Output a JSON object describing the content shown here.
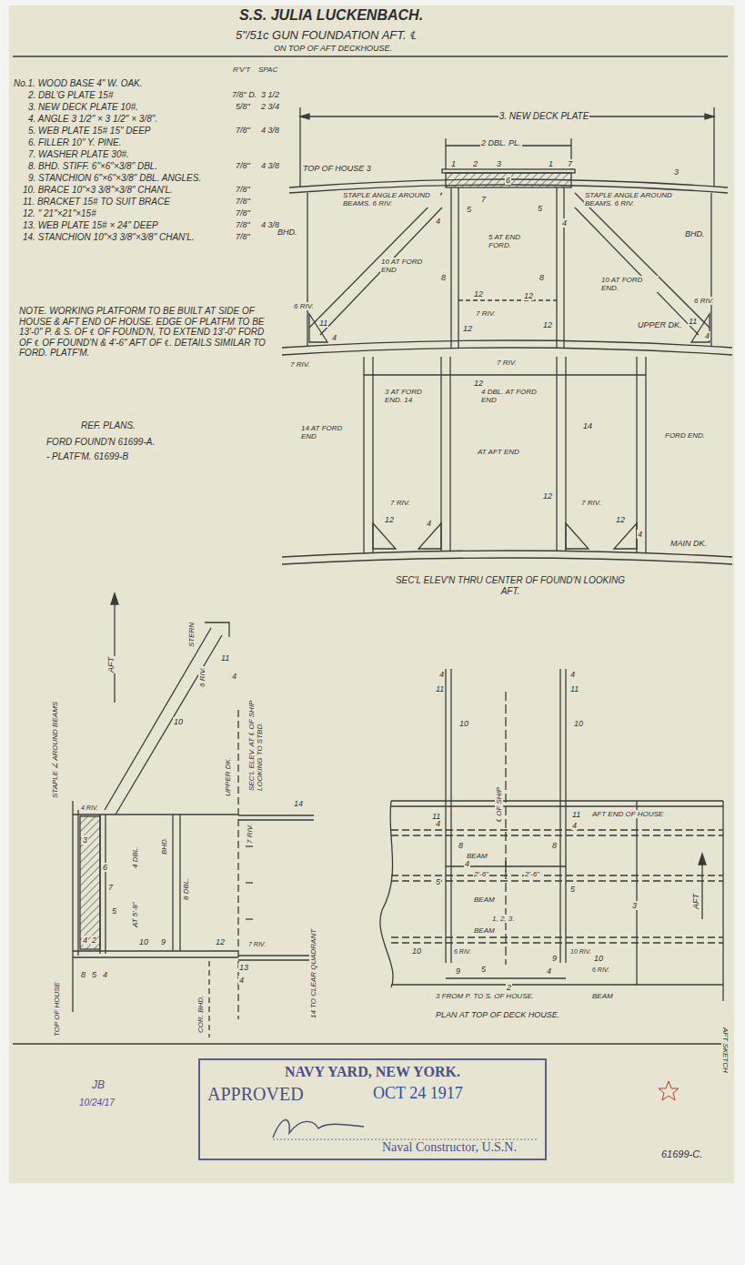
{
  "diagram": {
    "title": "S.S. JULIA LUCKENBACH.",
    "nodes": [
      {
        "text": [
          "NAVY YARD, NEW YORK.",
          "APPROVED",
          "OCT 24 1917",
          "Naval Constructor, U.S.N."
        ]
      }
    ],
    "labels": [
      "5\"/51c GUN FOUNDATION AFT. ℄",
      "ON TOP OF AFT DECKHOUSE.",
      "R'V'T",
      "SPAC",
      "No.1. WOOD BASE 4\" W. OAK.",
      "2. DBL'G PLATE 15#",
      "7/8\" D.",
      "3 1/2",
      "3. NEW DECK PLATE 10#.",
      "5/8\"",
      "2 3/4",
      "4. ANGLE 3 1/2\" × 3 1/2\" × 3/8\".",
      "5. WEB PLATE 15# 15\" DEEP",
      "7/8\"",
      "4 3/8",
      "6. FILLER 10\" Y. PINE.",
      "7. WASHER PLATE 30#.",
      "8. BHD. STIFF. 6\"×6\"×3/8\" DBL.",
      "7/8\"",
      "4 3/8",
      "9. STANCHION 6\"×6\"×3/8\" DBL. ANGLES.",
      "10. BRACE 10\"×3 3/8\"×3/8\" CHAN'L.",
      "7/8\"",
      "11. BRACKET 15# TO SUIT BRACE",
      "7/8\"",
      "12. \" 21\"×21\"×15#",
      "7/8\"",
      "13. WEB PLATE 15# × 24\" DEEP",
      "7/8\"",
      "4 3/8",
      "14. STANCHION 10\"×3 3/8\"×3/8\" CHAN'L.",
      "7/8\"",
      "NOTE. WORKING PLATFORM TO BE BUILT AT SIDE OF HOUSE & AFT END OF HOUSE. EDGE OF PLATFM TO BE 13'-0\" P. & S. OF ℄ OF FOUND'N, TO EXTEND 13'-0\" FORD OF ℄ OF FOUND'N & 4'-6\" AFT OF ℄. DETAILS SIMILAR TO FORD. PLATF'M.",
      "REF. PLANS.",
      "FORD FOUND'N 61699-A.",
      "- PLATF'M. 61699-B",
      "3. NEW DECK PLATE",
      "2 DBL. PL.",
      "TOP OF HOUSE 3",
      "3",
      "1",
      "2",
      "3",
      "1",
      "7",
      "STAPLE ANGLE AROUND BEAMS. 6 RIV.",
      "STAPLE ANGLE AROUND BEAMS. 6 RIV.",
      "6",
      "5",
      "7",
      "4",
      "5",
      "4",
      "5 AT END FORD.",
      "BHD.",
      "BHD.",
      "10 AT FORD END",
      "10 AT FORD END.",
      "8",
      "8",
      "6 RIV.",
      "6 RIV.",
      "11",
      "4",
      "11",
      "4",
      "12",
      "12",
      "7 RIV.",
      "12",
      "12",
      "UPPER DK.",
      "7 RIV.",
      "7 RIV.",
      "12",
      "3 AT FORD END. 14",
      "4 DBL. AT FORD END",
      "14 AT FORD END",
      "14",
      "FORD END.",
      "AT AFT END",
      "7 RIV.",
      "12",
      "4",
      "12",
      "7 RIV.",
      "12",
      "4",
      "MAIN DK.",
      "SEC'L ELEV'N THRU CENTER OF FOUND'N LOOKING AFT.",
      "AFT",
      "STERN",
      "6 RIV.",
      "10",
      "11",
      "4",
      "SEC'L ELEV. AT ℄ OF SHIP LOOKING TO STBD.",
      "UPPER DK.",
      "7 RIV.",
      "14",
      "STAPLE ∠ AROUND BEAMS",
      "4 RIV.",
      "BHD.",
      "8 DBL.",
      "4 DBL.",
      "AT 5'-8\"",
      "3",
      "6",
      "7",
      "5",
      "4",
      "2",
      "10",
      "9",
      "12",
      "7 RIV.",
      "13",
      "4",
      "14 TO CLEAR QUADRANT",
      "8",
      "5",
      "4",
      "TOP OF HOUSE",
      "COR. BHD.",
      "4",
      "11",
      "4",
      "11",
      "10",
      "10",
      "℄ OF SHIP",
      "11",
      "4",
      "11",
      "4",
      "AFT END OF HOUSE",
      "8",
      "8",
      "BEAM",
      "4",
      "2'-6\"",
      "2'-6\"",
      "5",
      "5",
      "BEAM",
      "1, 2, 3.",
      "BEAM",
      "10",
      "6 RIV.",
      "10 RIV.",
      "10",
      "6 RIV.",
      "9",
      "5",
      "4",
      "9",
      "2",
      "3",
      "AFT",
      "3 FROM P. TO S. OF HOUSE.",
      "BEAM",
      "PLAN AT TOP OF DECK HOUSE.",
      "AFT SKETCH",
      "JB",
      "10/24/17",
      "61699-C."
    ]
  }
}
